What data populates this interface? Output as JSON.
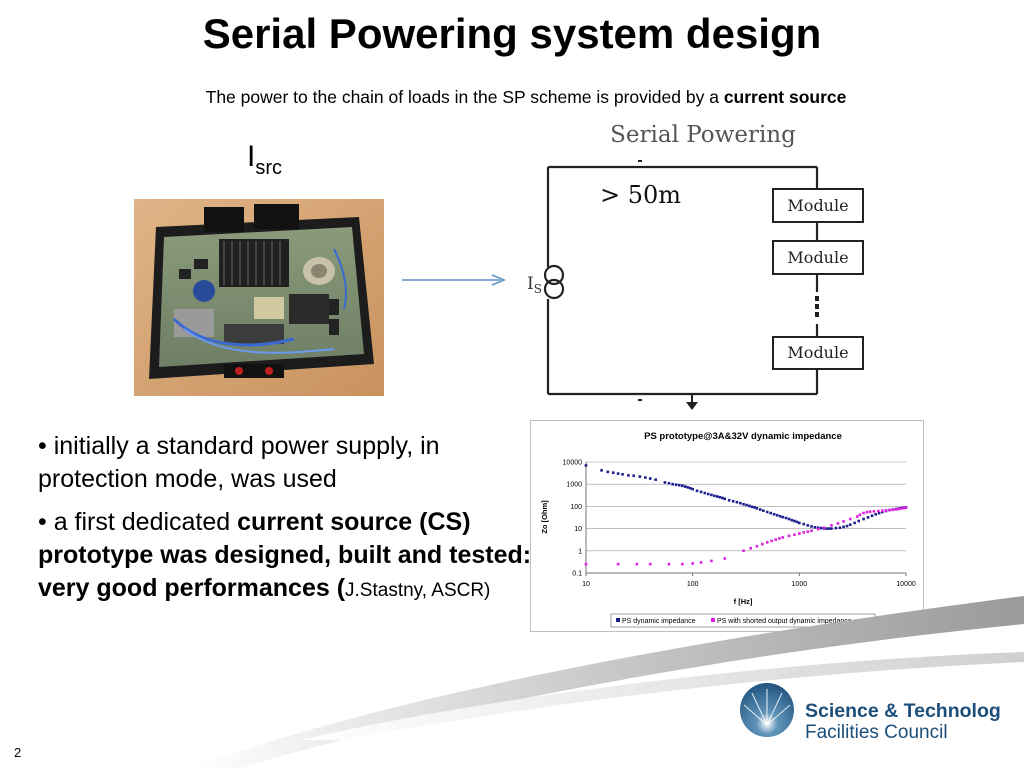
{
  "slide": {
    "title": "Serial Powering system design",
    "subtitle_prefix": "The power to the chain of loads in the SP scheme is provided by a ",
    "subtitle_bold": "current source",
    "isrc_main": "I",
    "isrc_sub": "src",
    "page_number": "2"
  },
  "schematic": {
    "title": "Serial Powering",
    "distance": "> 50m",
    "source_label_main": "I",
    "source_label_sub": "S",
    "modules": [
      "Module",
      "Module",
      "Module"
    ]
  },
  "bullets": {
    "b1": "• initially a standard power supply, in protection mode, was used",
    "b2_prefix": "• a first dedicated ",
    "b2_bold": "current source (CS) prototype was designed, built and tested: very good performances (",
    "b2_suffix": "J.Stastny, ASCR)"
  },
  "logo": {
    "line1": "Science & Technology",
    "line2": "Facilities Council"
  },
  "chart_data": {
    "type": "scatter",
    "title": "PS prototype@3A&32V dynamic impedance",
    "xlabel": "f [Hz]",
    "ylabel": "Zo [Ohm]",
    "xscale": "log",
    "yscale": "log",
    "xlim": [
      10,
      10000
    ],
    "ylim": [
      0.1,
      10000
    ],
    "xticks": [
      "10",
      "100",
      "1000",
      "10000"
    ],
    "yticks": [
      "10000",
      "1000",
      "100",
      "10",
      "1",
      "0.1"
    ],
    "legend_position": "bottom",
    "grid": true,
    "series": [
      {
        "name": "PS dynamic impedance",
        "color": "#1f1f8f",
        "x": [
          10,
          14,
          16,
          18,
          20,
          22,
          25,
          28,
          32,
          36,
          40,
          45,
          55,
          60,
          65,
          70,
          75,
          80,
          85,
          90,
          95,
          100,
          110,
          120,
          130,
          140,
          150,
          160,
          170,
          180,
          190,
          200,
          220,
          240,
          260,
          280,
          300,
          320,
          340,
          360,
          380,
          400,
          430,
          460,
          500,
          540,
          580,
          620,
          660,
          700,
          750,
          800,
          850,
          900,
          950,
          1000,
          1100,
          1200,
          1300,
          1400,
          1500,
          1600,
          1700,
          1800,
          1900,
          2000,
          2200,
          2400,
          2600,
          2800,
          3000,
          3300,
          3600,
          4000,
          4400,
          4800,
          5200,
          5600,
          6000,
          6500,
          7000,
          7500,
          8000,
          8500,
          9000,
          9500,
          10000
        ],
        "y": [
          7000,
          4200,
          3600,
          3300,
          3000,
          2800,
          2500,
          2400,
          2200,
          2000,
          1800,
          1600,
          1200,
          1100,
          1000,
          950,
          900,
          850,
          780,
          720,
          660,
          600,
          500,
          450,
          400,
          360,
          330,
          300,
          280,
          260,
          240,
          220,
          190,
          170,
          155,
          140,
          125,
          115,
          105,
          96,
          90,
          82,
          72,
          64,
          56,
          50,
          44,
          40,
          36,
          33,
          30,
          27,
          24,
          22,
          20,
          18,
          16,
          14,
          12.5,
          11.5,
          11,
          10.5,
          10.2,
          10,
          10,
          10,
          10.5,
          11,
          12,
          13,
          15,
          18,
          22,
          27,
          32,
          38,
          44,
          50,
          56,
          62,
          68,
          72,
          76,
          80,
          84,
          88,
          90
        ]
      },
      {
        "name": "PS with shorted output dynamic impedance",
        "color": "#e020e0",
        "x": [
          10,
          20,
          30,
          40,
          60,
          80,
          100,
          120,
          150,
          200,
          300,
          350,
          400,
          450,
          500,
          550,
          600,
          650,
          700,
          800,
          900,
          1000,
          1100,
          1200,
          1300,
          1500,
          1700,
          2000,
          2300,
          2600,
          3000,
          3500,
          3700,
          4000,
          4300,
          4600,
          5000,
          5500,
          6000,
          6500,
          7000,
          7500,
          8000,
          8500,
          9000,
          9500,
          10000
        ],
        "y": [
          0.25,
          0.25,
          0.25,
          0.25,
          0.25,
          0.25,
          0.27,
          0.3,
          0.35,
          0.45,
          1.0,
          1.3,
          1.6,
          2.0,
          2.4,
          2.8,
          3.2,
          3.6,
          4.0,
          4.7,
          5.3,
          6.0,
          6.7,
          7.3,
          8.0,
          9.5,
          11,
          14,
          17,
          21,
          27,
          35,
          42,
          50,
          55,
          58,
          60,
          62,
          64,
          66,
          68,
          70,
          73,
          76,
          80,
          84,
          88
        ]
      }
    ]
  }
}
